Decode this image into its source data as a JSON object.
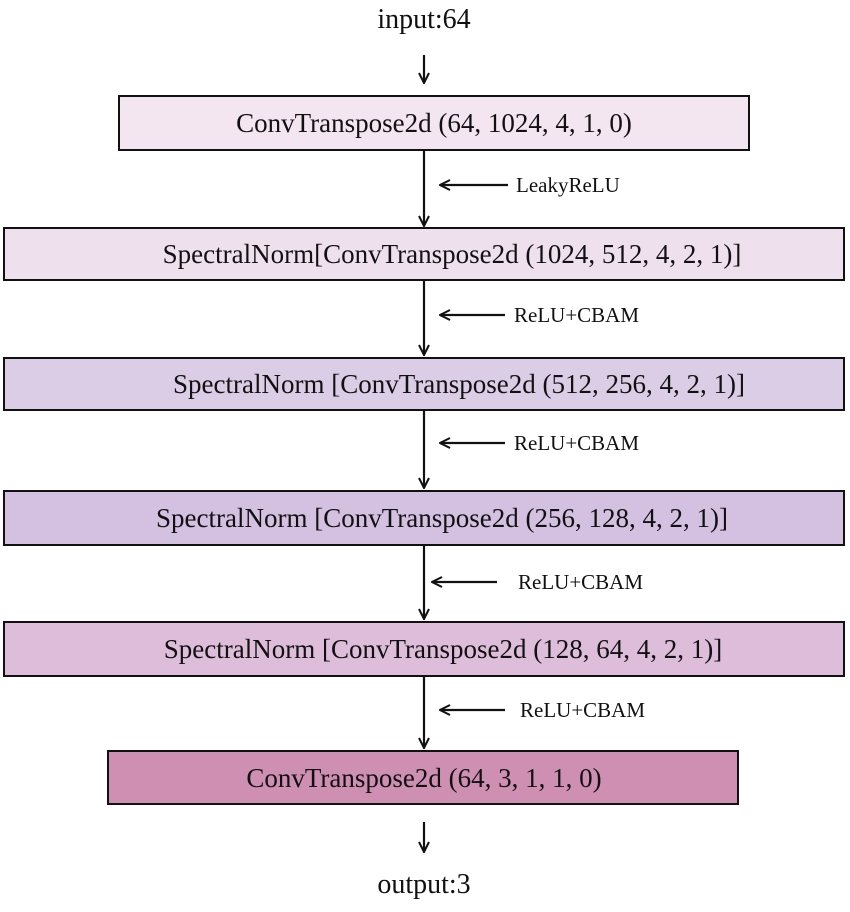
{
  "input_label": "input:64",
  "output_label": "output:3",
  "layers": [
    {
      "label": "ConvTranspose2d (64, 1024, 4, 1, 0)",
      "fill": "#f4e6f0"
    },
    {
      "label": "SpectralNorm[ConvTranspose2d (1024, 512, 4, 2, 1)]",
      "fill": "#efe0ee"
    },
    {
      "label": "SpectralNorm [ConvTranspose2d (512, 256, 4, 2, 1)]",
      "fill": "#dccde6"
    },
    {
      "label": "SpectralNorm [ConvTranspose2d (256, 128, 4, 2, 1)]",
      "fill": "#d4c0e0"
    },
    {
      "label": "SpectralNorm [ConvTranspose2d (128, 64, 4, 2, 1)]",
      "fill": "#ddbdd9"
    },
    {
      "label": "ConvTranspose2d (64, 3, 1, 1, 0)",
      "fill": "#cf8fb3"
    }
  ],
  "activations": [
    "LeakyReLU",
    "ReLU+CBAM",
    "ReLU+CBAM",
    "ReLU+CBAM",
    "ReLU+CBAM"
  ]
}
